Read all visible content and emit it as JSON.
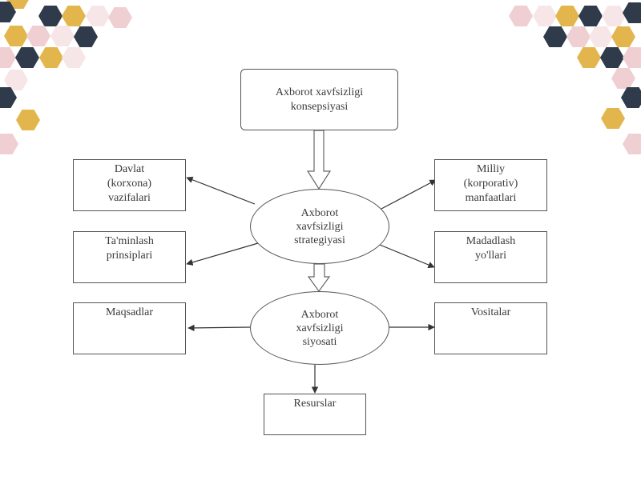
{
  "colors": {
    "hex_navy": "#2f3b4b",
    "hex_gold": "#e3b64d",
    "hex_pink": "#f0cfd2",
    "hex_light": "#f6e6e8",
    "line": "#555555"
  },
  "nodes": {
    "concept": {
      "lines": [
        "Axborot xavfsizligi",
        "konsepsiyasi"
      ]
    },
    "strategy": {
      "lines": [
        "Axborot",
        "xavfsizligi",
        "strategiyasi"
      ]
    },
    "policy": {
      "lines": [
        "Axborot",
        "xavfsizligi",
        "siyosati"
      ]
    },
    "state_tasks": {
      "lines": [
        "Davlat",
        "(korxona)",
        "vazifalari"
      ]
    },
    "national_interests": {
      "lines": [
        "Milliy",
        "(korporativ)",
        "manfaatlari"
      ]
    },
    "principles": {
      "lines": [
        "Ta'minlash",
        "prinsiplari"
      ]
    },
    "support_ways": {
      "lines": [
        "Madadlash",
        "yo'llari"
      ]
    },
    "goals": {
      "lines": [
        "Maqsadlar"
      ]
    },
    "tools": {
      "lines": [
        "Vositalar"
      ]
    },
    "resources": {
      "lines": [
        "Resurslar"
      ]
    }
  }
}
